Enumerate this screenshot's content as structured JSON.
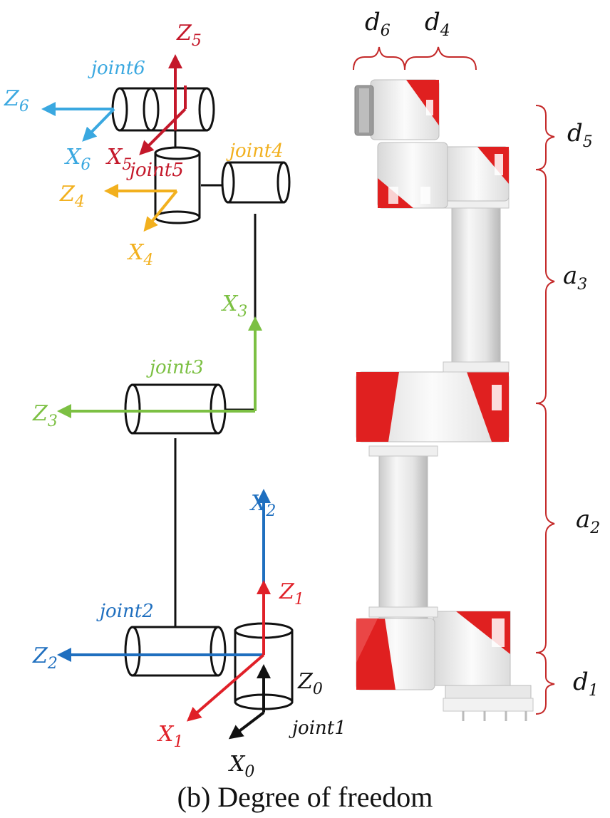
{
  "caption": "(b) Degree of freedom",
  "colors": {
    "joint6": "#3aa8e0",
    "joint5": "#c4182a",
    "joint4": "#f2b01e",
    "joint3": "#7cc043",
    "joint2": "#1f6fbf",
    "joint1_z": "#e02028",
    "joint1_x": "#e02028",
    "base": "#111111",
    "robot_red": "#e02020",
    "bracket": "#c42a2a"
  },
  "joints": {
    "joint6": "joint6",
    "joint5": "joint5",
    "joint4": "joint4",
    "joint3": "joint3",
    "joint2": "joint2",
    "joint1": "joint1"
  },
  "axes": {
    "z6": {
      "main": "Z",
      "sub": "6"
    },
    "x6": {
      "main": "X",
      "sub": "6"
    },
    "z5": {
      "main": "Z",
      "sub": "5"
    },
    "x5": {
      "main": "X",
      "sub": "5"
    },
    "z4": {
      "main": "Z",
      "sub": "4"
    },
    "x4": {
      "main": "X",
      "sub": "4"
    },
    "z3": {
      "main": "Z",
      "sub": "3"
    },
    "x3": {
      "main": "X",
      "sub": "3"
    },
    "z2": {
      "main": "Z",
      "sub": "2"
    },
    "x2": {
      "main": "X",
      "sub": "2"
    },
    "z1": {
      "main": "Z",
      "sub": "1"
    },
    "x1": {
      "main": "X",
      "sub": "1"
    },
    "z0": {
      "main": "Z",
      "sub": "0"
    },
    "x0": {
      "main": "X",
      "sub": "0"
    }
  },
  "dimensions": {
    "d6": {
      "main": "d",
      "sub": "6"
    },
    "d4": {
      "main": "d",
      "sub": "4"
    },
    "d5": {
      "main": "d",
      "sub": "5"
    },
    "a3": {
      "main": "a",
      "sub": "3"
    },
    "a2": {
      "main": "a",
      "sub": "2"
    },
    "d1": {
      "main": "d",
      "sub": "1"
    }
  }
}
